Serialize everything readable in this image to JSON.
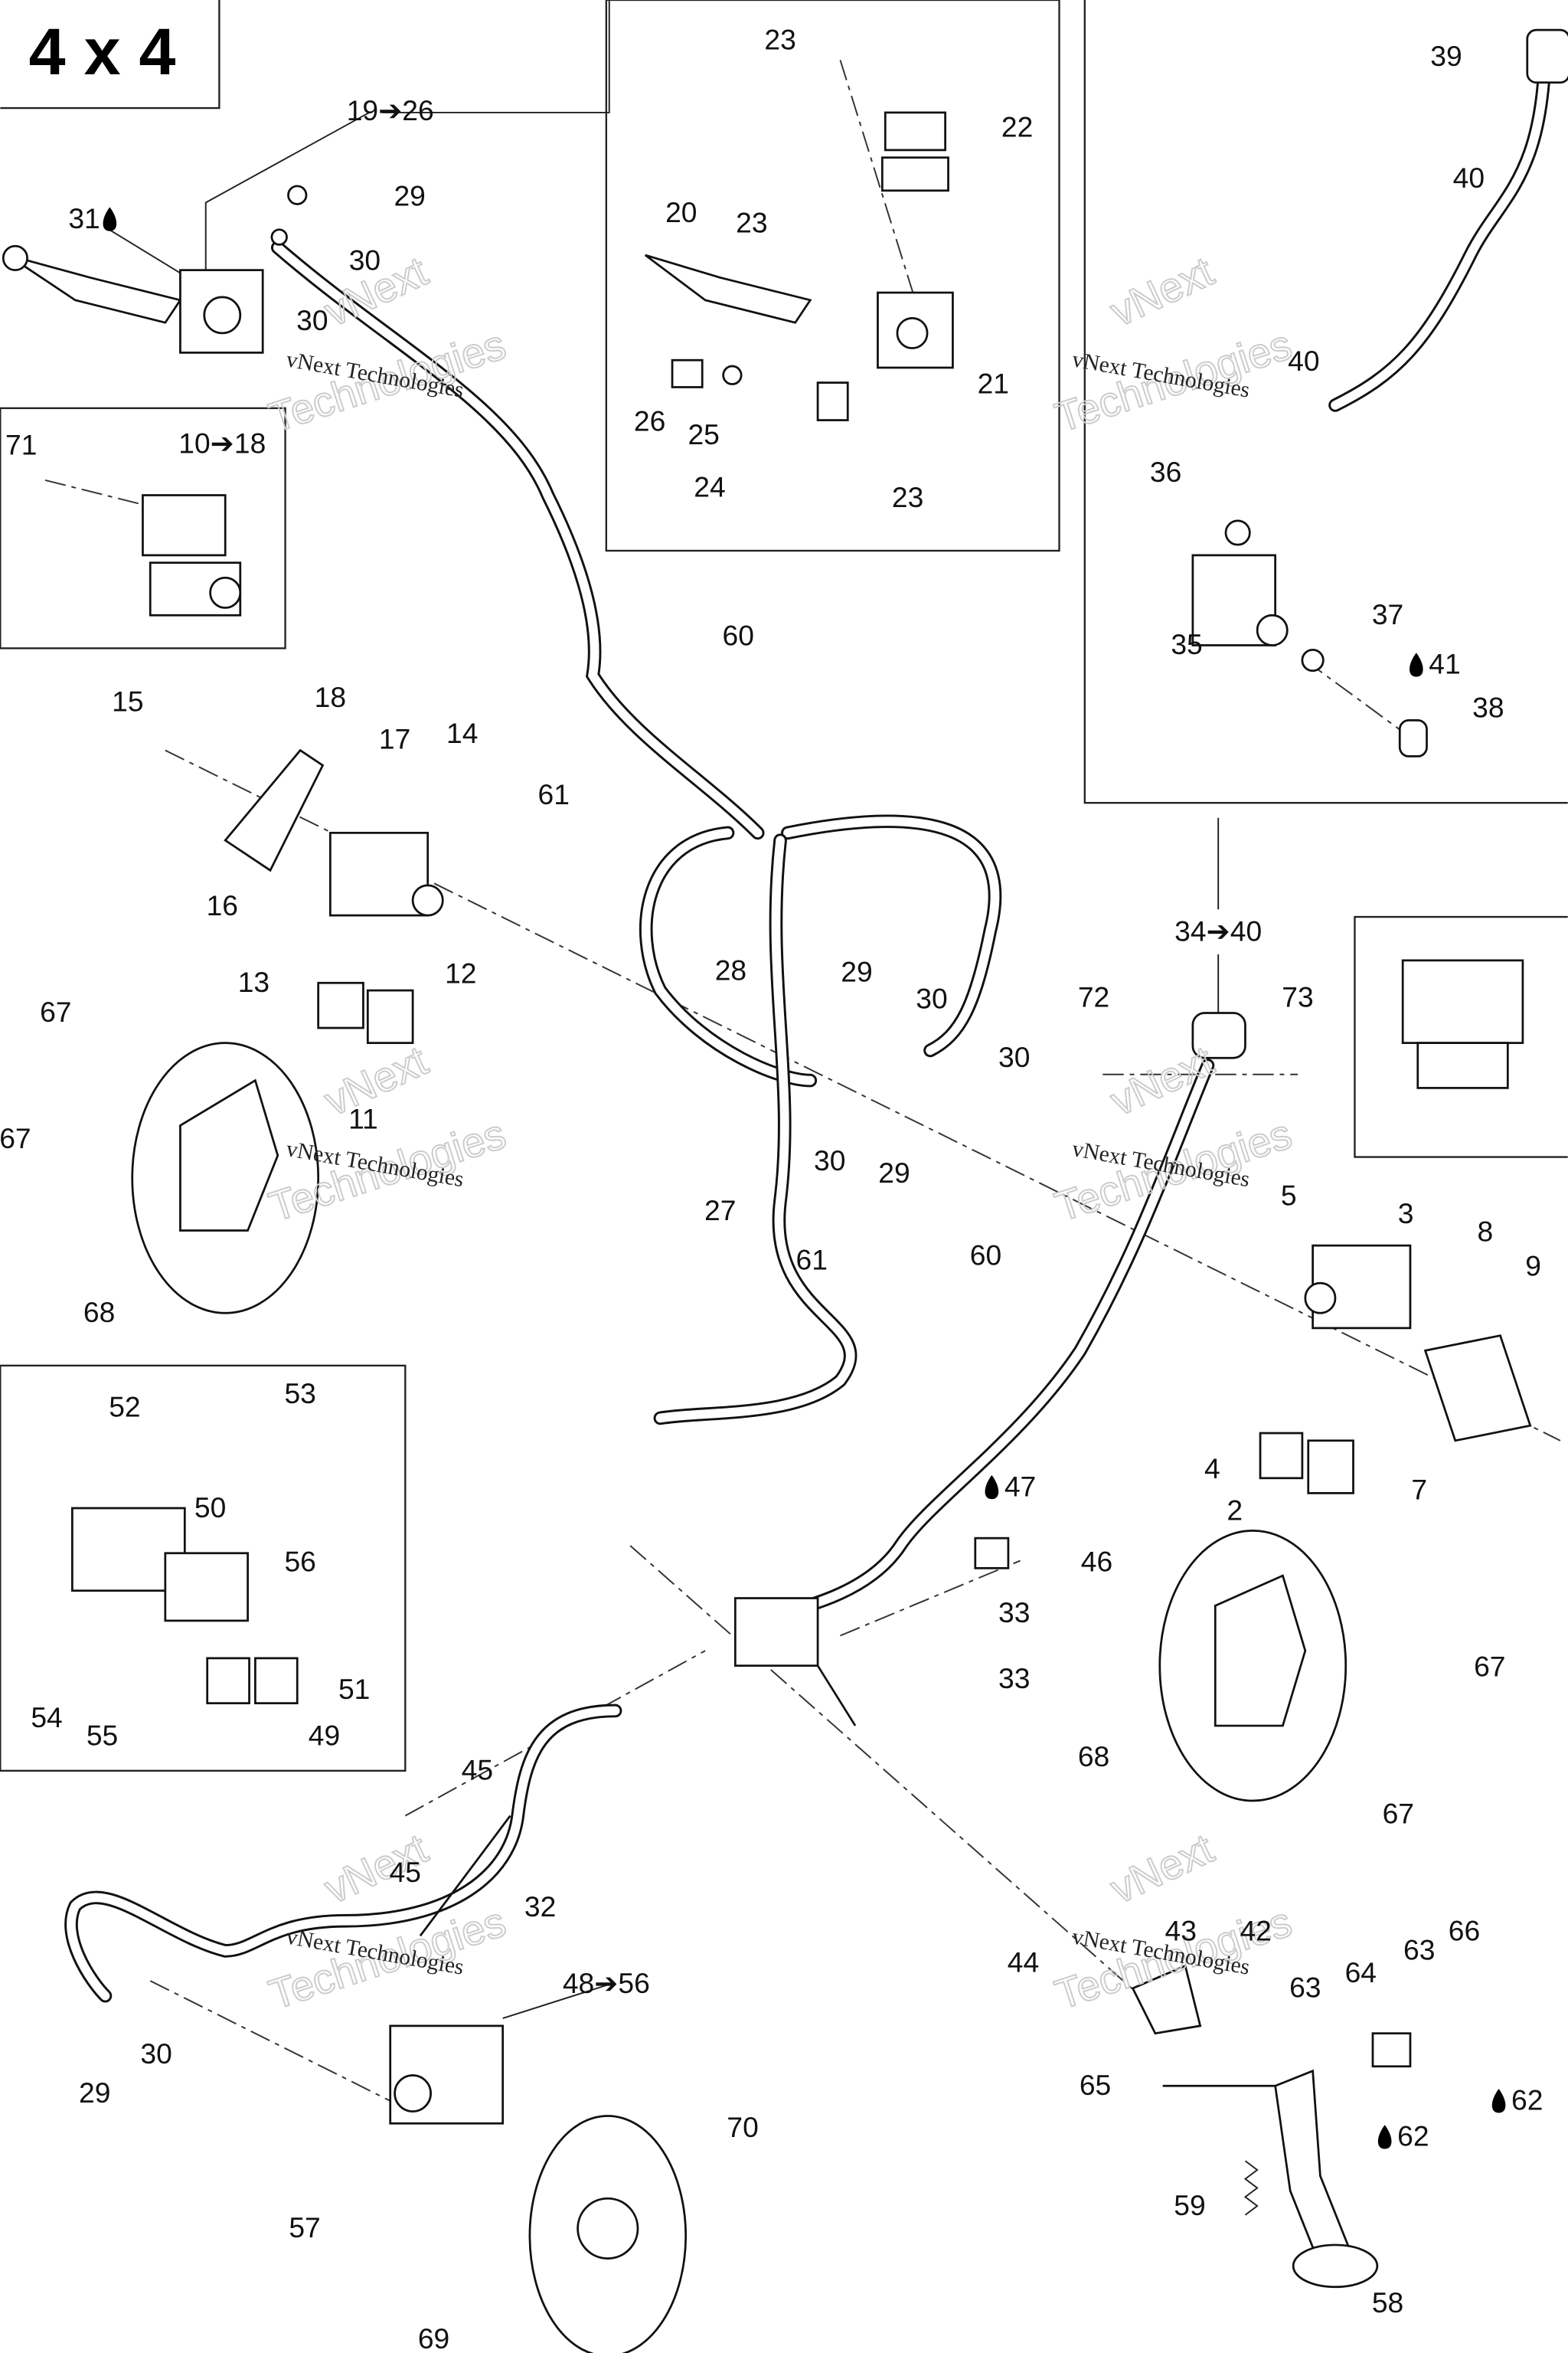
{
  "title": "4 x 4",
  "watermark": {
    "line1": "vNext",
    "line2": "Technologies",
    "caption": "vNext Technologies"
  },
  "labels": [
    "19➔26",
    "31",
    "29",
    "30",
    "30",
    "71",
    "10➔18",
    "20",
    "23",
    "22",
    "23",
    "21",
    "26",
    "25",
    "24",
    "23",
    "39",
    "40",
    "40",
    "36",
    "37",
    "35",
    "41",
    "38",
    "60",
    "61",
    "15",
    "18",
    "17",
    "14",
    "16",
    "13",
    "12",
    "11",
    "67",
    "67",
    "68",
    "28",
    "29",
    "30",
    "30",
    "30",
    "29",
    "27",
    "61",
    "60",
    "34➔40",
    "72",
    "73",
    "5",
    "3",
    "8",
    "9",
    "4",
    "2",
    "7",
    "52",
    "53",
    "50",
    "56",
    "54",
    "55",
    "51",
    "49",
    "47",
    "46",
    "33",
    "33",
    "67",
    "68",
    "67",
    "45",
    "45",
    "32",
    "30",
    "29",
    "48➔56",
    "43",
    "42",
    "44",
    "66",
    "63",
    "64",
    "63",
    "65",
    "62",
    "62",
    "59",
    "58",
    "57",
    "70",
    "69"
  ],
  "drop_labels": [
    "31",
    "41",
    "47",
    "62"
  ],
  "icons": {
    "drop": "oil-drop-icon",
    "arrow": "range-arrow"
  }
}
